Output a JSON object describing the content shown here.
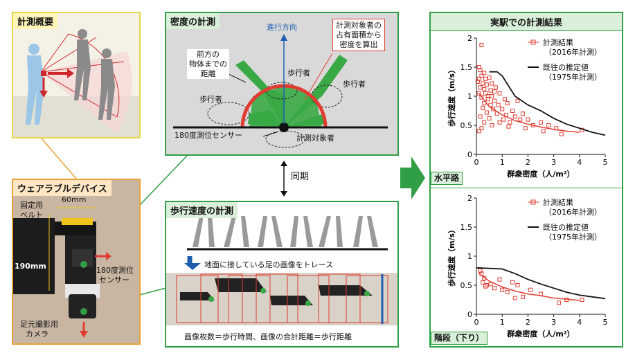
{
  "overview": {
    "title": "計測概要"
  },
  "wearable": {
    "title": "ウェアラブルデバイス",
    "belt_label_1": "固定用",
    "belt_label_2": "ベルト",
    "width_label": "60mm",
    "height_label": "190mm",
    "sensor_label_1": "180度測位",
    "sensor_label_2": "センサー",
    "camera_label_1": "足元撮影用",
    "camera_label_2": "カメラ"
  },
  "density": {
    "title": "密度の計測",
    "direction_label": "進行方向",
    "forward_1": "前方の",
    "forward_2": "物体までの",
    "forward_3": "距離",
    "pedestrian": "歩行者",
    "callout_1": "計測対象者の",
    "callout_2": "占有面積から",
    "callout_3": "密度を算出",
    "sensor_label": "180度測位センサー",
    "subject_label": "計測対象者"
  },
  "sync_label": "同期",
  "speed": {
    "title": "歩行速度の計測",
    "trace_label": "地面に接している足の画像をトレース",
    "formula": "画像枚数＝歩行時間、画像の合計距離＝歩行距離"
  },
  "results": {
    "title": "実駅での計測結果"
  },
  "chart_data": [
    {
      "type": "scatter",
      "panel_label": "水平路",
      "xlabel": "群衆密度（人/m²）",
      "ylabel": "歩行速度（m/s）",
      "xlim": [
        0,
        5
      ],
      "ylim": [
        0,
        2
      ],
      "xticks": [
        0,
        1,
        2,
        3,
        4,
        5
      ],
      "yticks": [
        0,
        0.5,
        1,
        1.5,
        2
      ],
      "ytick_labels": [
        "0",
        "0.5",
        "1",
        "1.5",
        "2"
      ],
      "legend_position": "top-right",
      "series": [
        {
          "name": "計測結果",
          "name_sub": "（2016年計測）",
          "color": "#e03c31",
          "marker": "square",
          "points": [
            [
              0.2,
              1.88
            ],
            [
              0.1,
              1.5
            ],
            [
              0.15,
              1.45
            ],
            [
              0.3,
              1.4
            ],
            [
              0.2,
              1.35
            ],
            [
              0.1,
              1.3
            ],
            [
              0.35,
              1.3
            ],
            [
              0.5,
              1.32
            ],
            [
              0.05,
              1.25
            ],
            [
              0.25,
              1.22
            ],
            [
              0.4,
              1.2
            ],
            [
              0.6,
              1.22
            ],
            [
              0.15,
              1.15
            ],
            [
              0.3,
              1.12
            ],
            [
              0.55,
              1.1
            ],
            [
              0.75,
              1.15
            ],
            [
              0.1,
              1.05
            ],
            [
              0.35,
              1.05
            ],
            [
              0.6,
              1.0
            ],
            [
              0.9,
              1.05
            ],
            [
              0.2,
              0.98
            ],
            [
              0.45,
              0.95
            ],
            [
              0.7,
              0.92
            ],
            [
              1.1,
              0.95
            ],
            [
              0.3,
              0.88
            ],
            [
              0.55,
              0.85
            ],
            [
              0.85,
              0.85
            ],
            [
              1.2,
              0.88
            ],
            [
              0.25,
              0.8
            ],
            [
              0.65,
              0.78
            ],
            [
              1.0,
              0.78
            ],
            [
              1.4,
              0.75
            ],
            [
              0.4,
              0.72
            ],
            [
              0.8,
              0.7
            ],
            [
              1.15,
              0.68
            ],
            [
              1.5,
              0.65
            ],
            [
              0.15,
              0.65
            ],
            [
              0.5,
              0.62
            ],
            [
              1.05,
              0.6
            ],
            [
              1.7,
              0.6
            ],
            [
              0.3,
              0.55
            ],
            [
              0.9,
              0.55
            ],
            [
              1.3,
              0.55
            ],
            [
              2.0,
              0.6
            ],
            [
              0.2,
              0.45
            ],
            [
              0.6,
              0.5
            ],
            [
              1.25,
              0.48
            ],
            [
              2.2,
              0.5
            ],
            [
              2.5,
              0.55
            ],
            [
              2.8,
              0.5
            ],
            [
              3.1,
              0.45
            ],
            [
              1.9,
              0.45
            ],
            [
              0.1,
              0.4
            ],
            [
              2.6,
              0.4
            ],
            [
              3.3,
              0.35
            ],
            [
              4.1,
              0.42
            ],
            [
              1.6,
              0.92
            ],
            [
              1.8,
              0.7
            ],
            [
              0.45,
              1.0
            ],
            [
              0.7,
              1.08
            ]
          ]
        },
        {
          "name": "既往の推定値",
          "name_sub": "（1975年計測）",
          "color": "#111111",
          "marker": "line",
          "points": [
            [
              0.5,
              1.42
            ],
            [
              0.8,
              1.42
            ],
            [
              1.0,
              1.35
            ],
            [
              1.5,
              1.0
            ],
            [
              2.0,
              0.85
            ],
            [
              2.5,
              0.75
            ],
            [
              3.0,
              0.62
            ],
            [
              3.5,
              0.52
            ],
            [
              4.0,
              0.45
            ],
            [
              4.5,
              0.38
            ],
            [
              5.0,
              0.33
            ]
          ]
        },
        {
          "name": "",
          "color": "#e03c31",
          "marker": "fit",
          "points": [
            [
              0.1,
              1.05
            ],
            [
              0.5,
              0.82
            ],
            [
              1.0,
              0.68
            ],
            [
              1.5,
              0.58
            ],
            [
              2.0,
              0.52
            ],
            [
              2.5,
              0.47
            ],
            [
              3.0,
              0.43
            ],
            [
              3.5,
              0.4
            ],
            [
              4.0,
              0.38
            ]
          ]
        }
      ]
    },
    {
      "type": "scatter",
      "panel_label": "階段（下り）",
      "xlabel": "群衆密度（人/m²）",
      "ylabel": "歩行速度（m/s）",
      "xlim": [
        0,
        5
      ],
      "ylim": [
        0,
        2
      ],
      "xticks": [
        0,
        1,
        2,
        3,
        4,
        5
      ],
      "yticks": [
        0,
        0.5,
        1,
        1.5,
        2
      ],
      "ytick_labels": [
        "0",
        "0.5",
        "1",
        "1.5",
        "2"
      ],
      "legend_position": "top-right",
      "series": [
        {
          "name": "計測結果",
          "name_sub": "（2016年計測）",
          "color": "#e03c31",
          "marker": "square",
          "points": [
            [
              0.15,
              0.75
            ],
            [
              0.2,
              0.7
            ],
            [
              0.3,
              0.62
            ],
            [
              0.25,
              0.55
            ],
            [
              0.4,
              0.5
            ],
            [
              0.55,
              0.52
            ],
            [
              0.7,
              0.45
            ],
            [
              0.9,
              0.6
            ],
            [
              1.0,
              0.42
            ],
            [
              1.2,
              0.38
            ],
            [
              1.4,
              0.55
            ],
            [
              1.6,
              0.5
            ],
            [
              1.8,
              0.3
            ],
            [
              2.1,
              0.42
            ],
            [
              2.5,
              0.35
            ],
            [
              3.2,
              0.2
            ],
            [
              3.5,
              0.25
            ],
            [
              4.1,
              0.25
            ],
            [
              0.35,
              0.48
            ],
            [
              1.5,
              0.28
            ]
          ]
        },
        {
          "name": "既往の推定値",
          "name_sub": "（1975年計測）",
          "color": "#111111",
          "marker": "line",
          "points": [
            [
              0,
              0.8
            ],
            [
              1.0,
              0.78
            ],
            [
              1.5,
              0.7
            ],
            [
              2.0,
              0.6
            ],
            [
              2.5,
              0.52
            ],
            [
              3.0,
              0.45
            ],
            [
              3.5,
              0.38
            ],
            [
              4.0,
              0.33
            ],
            [
              4.5,
              0.3
            ],
            [
              5.0,
              0.27
            ]
          ]
        },
        {
          "name": "",
          "color": "#e03c31",
          "marker": "fit",
          "points": [
            [
              0.1,
              0.7
            ],
            [
              0.5,
              0.57
            ],
            [
              1.0,
              0.47
            ],
            [
              1.5,
              0.4
            ],
            [
              2.0,
              0.35
            ],
            [
              2.5,
              0.32
            ],
            [
              3.0,
              0.28
            ],
            [
              3.5,
              0.26
            ],
            [
              4.0,
              0.24
            ]
          ]
        }
      ]
    }
  ]
}
